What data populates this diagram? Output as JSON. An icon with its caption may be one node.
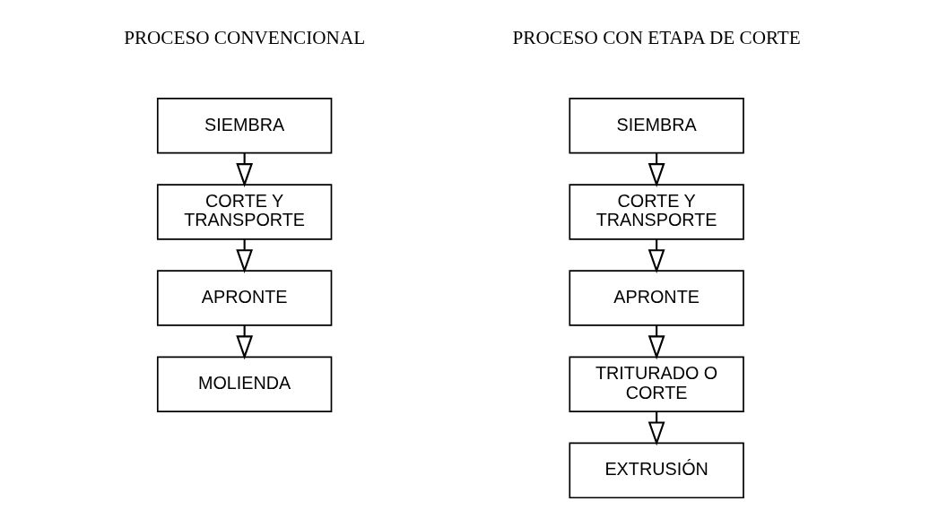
{
  "diagram": {
    "nodes": [
      {
        "text": [
          "SIEMBRA"
        ]
      },
      {
        "text": [
          "CORTE Y TRANSPORTE"
        ]
      },
      {
        "text": [
          "APRONTE"
        ]
      },
      {
        "text": [
          "MOLIENDA"
        ]
      },
      {
        "text": [
          "SIEMBRA"
        ]
      },
      {
        "text": [
          "CORTE Y TRANSPORTE"
        ]
      },
      {
        "text": [
          "APRONTE"
        ]
      },
      {
        "text": [
          "TRITURADO O CORTE"
        ]
      },
      {
        "text": [
          "EXTRUSIÓN"
        ]
      }
    ],
    "edges": [
      {
        "from": 0,
        "to": 1,
        "arrow": "to"
      },
      {
        "from": 1,
        "to": 2,
        "arrow": "to"
      },
      {
        "from": 2,
        "to": 3,
        "arrow": "to"
      },
      {
        "from": 4,
        "to": 5,
        "arrow": "to"
      },
      {
        "from": 5,
        "to": 6,
        "arrow": "to"
      },
      {
        "from": 6,
        "to": 7,
        "arrow": "to"
      },
      {
        "from": 7,
        "to": 8,
        "arrow": "to"
      }
    ],
    "labels": [
      "PROCESO CONVENCIONAL",
      "PROCESO CON ETAPA DE CORTE"
    ]
  }
}
